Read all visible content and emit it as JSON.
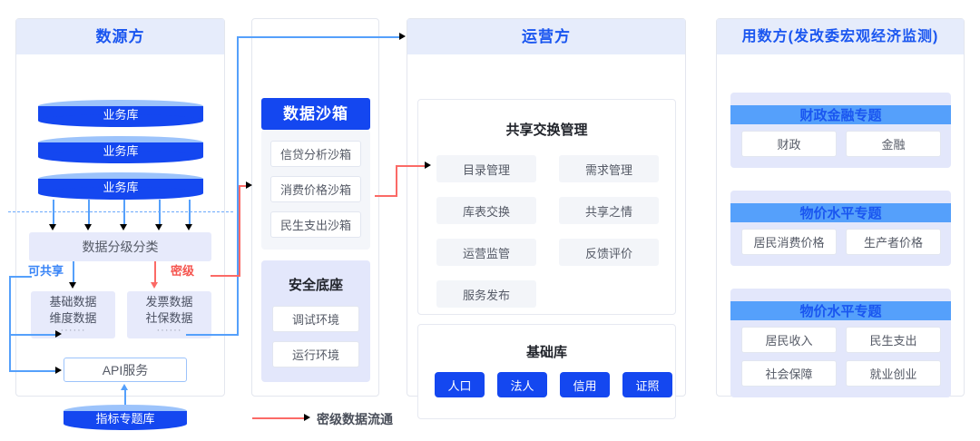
{
  "source": {
    "title": "数源方",
    "databases": [
      {
        "label": "业务库"
      },
      {
        "label": "业务库"
      },
      {
        "label": "业务库"
      }
    ],
    "classify": "数据分级分类",
    "share_tag": "可共享",
    "secret_tag": "密级",
    "shareable": {
      "line1": "基础数据",
      "line2": "维度数据",
      "dots": "······"
    },
    "secret": {
      "line1": "发票数据",
      "line2": "社保数据",
      "dots": "······"
    },
    "api": "API服务",
    "indicator_db": "指标专题库"
  },
  "sandbox": {
    "title": "数据沙箱",
    "items": [
      "信贷分析沙箱",
      "消费价格沙箱",
      "民生支出沙箱"
    ],
    "security": {
      "title": "安全底座",
      "items": [
        "调试环境",
        "运行环境"
      ]
    }
  },
  "operator": {
    "title": "运营方",
    "exchange": {
      "title": "共享交换管理",
      "left": [
        "目录管理",
        "库表交换",
        "运营监管",
        "服务发布"
      ],
      "right": [
        "需求管理",
        "共享之情",
        "反馈评价"
      ]
    },
    "base": {
      "title": "基础库",
      "items": [
        "人口",
        "法人",
        "信用",
        "证照"
      ]
    }
  },
  "consumer": {
    "title": "用数方(发改委宏观经济监测)",
    "groups": [
      {
        "title": "财政金融专题",
        "items": [
          "财政",
          "金融"
        ]
      },
      {
        "title": "物价水平专题",
        "items": [
          "居民消费价格",
          "生产者价格"
        ]
      },
      {
        "title": "物价水平专题",
        "items": [
          "居民收入",
          "民生支出",
          "社会保障",
          "就业创业"
        ]
      }
    ]
  },
  "legend": {
    "label": "密级数据流通",
    "color": "#fb6a66"
  },
  "colors": {
    "brand_blue": "#1447f0",
    "head_bg": "#e6ecfb",
    "head_text": "#1a56f0",
    "line_blue": "#55a0fb",
    "line_red": "#fb6a66"
  }
}
